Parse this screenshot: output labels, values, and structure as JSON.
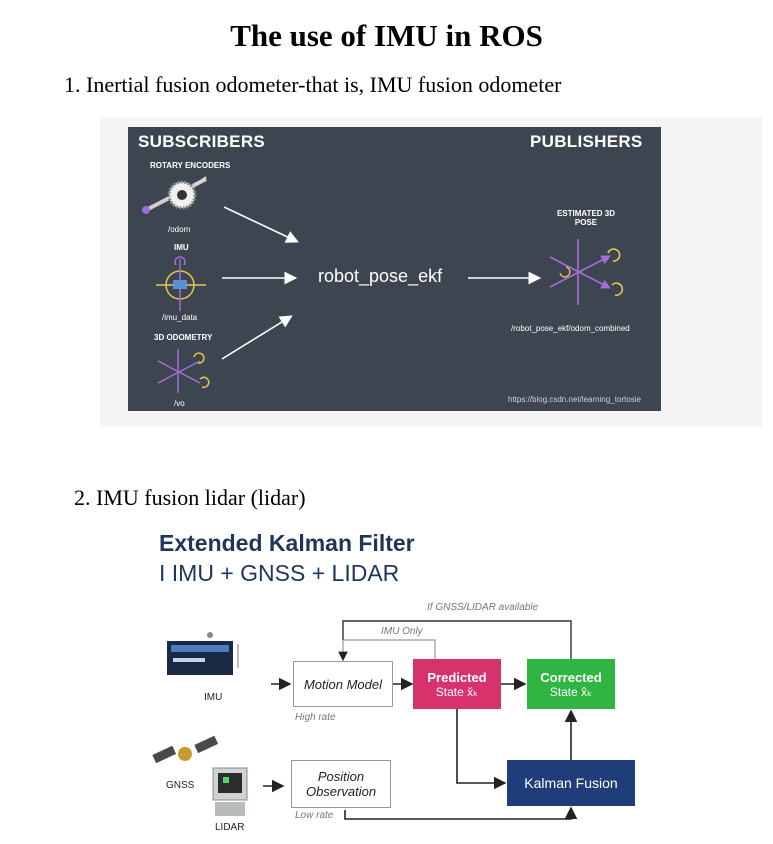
{
  "title": "The use of IMU in ROS",
  "section1": "1. Inertial fusion odometer-that is, IMU fusion odometer",
  "section2": "2. IMU fusion lidar (lidar)",
  "ros_slide": {
    "subscribers": "SUBSCRIBERS",
    "publishers": "PUBLISHERS",
    "rotary_encoders": "ROTARY ENCODERS",
    "odom": "/odom",
    "imu": "IMU",
    "imu_data": "/imu_data",
    "odometry_3d": "3D ODOMETRY",
    "vo": "/vo",
    "node": "robot_pose_ekf",
    "estimated_pose_line1": "ESTIMATED 3D",
    "estimated_pose_line2": "POSE",
    "output_topic": "/robot_pose_ekf/odom_combined",
    "watermark": "https://blog.csdn.net/learning_tortosie",
    "colors": {
      "background": "#3d4650",
      "axes": "#a56cd6",
      "rotation": "#e8c84a"
    }
  },
  "ekf_slide": {
    "title": "Extended Kalman Filter",
    "subtitle": "I IMU + GNSS + LIDAR",
    "if_available": "If GNSS/LIDAR available",
    "imu_only": "IMU Only",
    "motion_model": "Motion Model",
    "predicted_line1": "Predicted",
    "predicted_line2": "State x̌ₖ",
    "corrected_line1": "Corrected",
    "corrected_line2": "State x̂ₖ",
    "high_rate": "High rate",
    "position_line1": "Position",
    "position_line2": "Observation",
    "low_rate": "Low rate",
    "kalman_fusion": "Kalman Fusion",
    "imu_label": "IMU",
    "gnss_label": "GNSS",
    "lidar_label": "LIDAR",
    "colors": {
      "title": "#1e3659",
      "predicted": "#d6336c",
      "corrected": "#2fb541",
      "fusion": "#1f3d78"
    }
  }
}
